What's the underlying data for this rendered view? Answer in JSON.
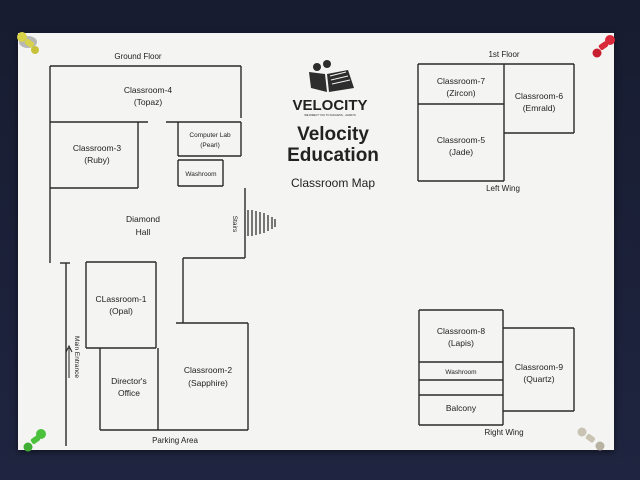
{
  "logo": {
    "wordmark": "VELOCITY",
    "tagline": "WE DIRECT YOU TO SUCCESS... ALWAYS"
  },
  "title": {
    "line1": "Velocity",
    "line2": "Education",
    "subtitle": "Classroom Map"
  },
  "ground_floor": {
    "label": "Ground Floor",
    "classroom4": {
      "name": "Classroom-4",
      "code": "(Topaz)"
    },
    "classroom3": {
      "name": "Classroom-3",
      "code": "(Ruby)"
    },
    "computer_lab": {
      "name": "Computer Lab",
      "code": "(Pearl)"
    },
    "washroom": "Washroom",
    "diamond_hall": {
      "line1": "Diamond",
      "line2": "Hall"
    },
    "stairs": "Stairs",
    "classroom1": {
      "name": "CLassroom-1",
      "code": "(Opal)"
    },
    "directors_office": {
      "line1": "Director's",
      "line2": "Office"
    },
    "classroom2": {
      "name": "Classroom-2",
      "code": "(Sapphire)"
    },
    "main_entrance": "Main Entrance",
    "parking_area": "Parking Area"
  },
  "first_floor": {
    "label": "1st Floor",
    "classroom7": {
      "name": "Classroom-7",
      "code": "(Zircon)"
    },
    "classroom6": {
      "name": "Classroom-6",
      "code": "(Emrald)"
    },
    "classroom5": {
      "name": "Classroom-5",
      "code": "(Jade)"
    },
    "left_wing": "Left Wing",
    "classroom8": {
      "name": "Classroom-8",
      "code": "(Lapis)"
    },
    "washroom": "Washroom",
    "classroom9": {
      "name": "Classroom-9",
      "code": "(Quartz)"
    },
    "balcony": "Balcony",
    "right_wing": "Right Wing"
  },
  "pins": {
    "top_left": "#d8d24a",
    "top_right": "#d8283a",
    "bottom_left": "#4cc23c",
    "bottom_right": "#c9c3b4"
  },
  "colors": {
    "background": "#1b2137",
    "paper": "#f4f4f2",
    "ink": "#222222"
  }
}
